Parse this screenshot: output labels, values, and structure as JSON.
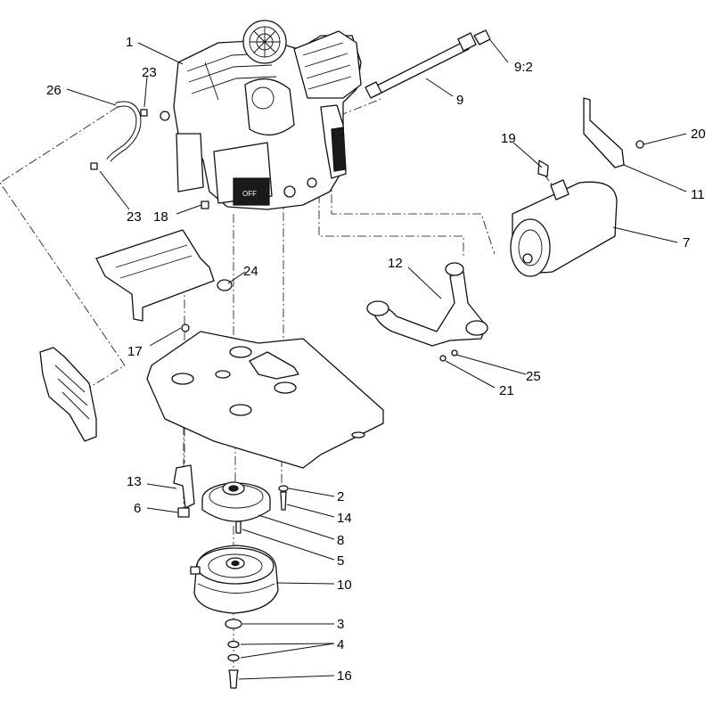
{
  "diagram": {
    "callouts": [
      {
        "id": "c1",
        "label": "1"
      },
      {
        "id": "c23a",
        "label": "23"
      },
      {
        "id": "c26",
        "label": "26"
      },
      {
        "id": "c23b",
        "label": "23"
      },
      {
        "id": "c18",
        "label": "18"
      },
      {
        "id": "c9_2",
        "label": "9:2"
      },
      {
        "id": "c9",
        "label": "9"
      },
      {
        "id": "c19",
        "label": "19"
      },
      {
        "id": "c20",
        "label": "20"
      },
      {
        "id": "c11",
        "label": "11"
      },
      {
        "id": "c7",
        "label": "7"
      },
      {
        "id": "c12",
        "label": "12"
      },
      {
        "id": "c24",
        "label": "24"
      },
      {
        "id": "c17",
        "label": "17"
      },
      {
        "id": "c25",
        "label": "25"
      },
      {
        "id": "c21",
        "label": "21"
      },
      {
        "id": "c13",
        "label": "13"
      },
      {
        "id": "c6",
        "label": "6"
      },
      {
        "id": "c2",
        "label": "2"
      },
      {
        "id": "c14",
        "label": "14"
      },
      {
        "id": "c8",
        "label": "8"
      },
      {
        "id": "c5",
        "label": "5"
      },
      {
        "id": "c10",
        "label": "10"
      },
      {
        "id": "c3",
        "label": "3"
      },
      {
        "id": "c4",
        "label": "4"
      },
      {
        "id": "c16",
        "label": "16"
      }
    ]
  }
}
